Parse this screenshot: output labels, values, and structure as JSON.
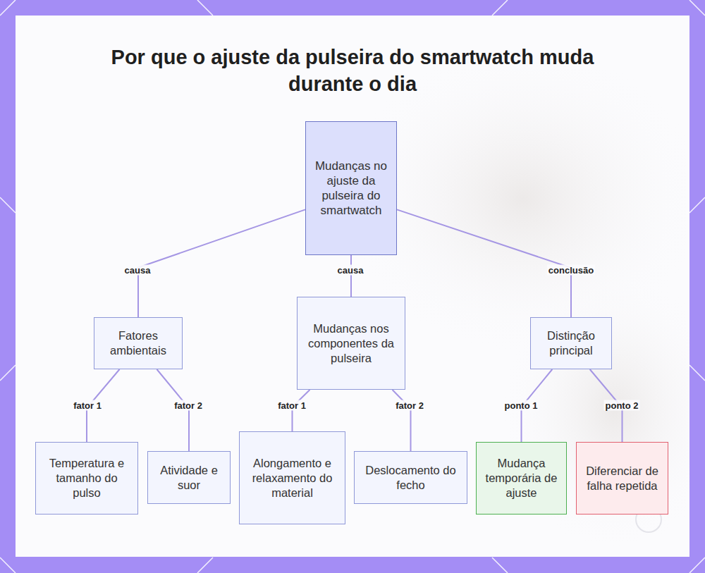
{
  "diagram": {
    "title": "Por que o ajuste da pulseira do smartwatch muda durante o dia",
    "nodes": [
      {
        "text": [
          "Mudanças no ajuste da pulseira do smartwatch"
        ]
      },
      {
        "text": [
          "Fatores ambientais"
        ]
      },
      {
        "text": [
          "Mudanças nos componentes da pulseira"
        ]
      },
      {
        "text": [
          "Distinção principal"
        ]
      },
      {
        "text": [
          "Temperatura e tamanho do pulso"
        ]
      },
      {
        "text": [
          "Atividade e suor"
        ]
      },
      {
        "text": [
          "Alongamento e relaxamento do material"
        ]
      },
      {
        "text": [
          "Deslocamento do fecho"
        ]
      },
      {
        "text": [
          "Mudança temporária de ajuste"
        ]
      },
      {
        "text": [
          "Diferenciar de falha repetida"
        ]
      }
    ],
    "edges": [
      {
        "from": 0,
        "to": 1,
        "label": "causa",
        "arrow": "none"
      },
      {
        "from": 0,
        "to": 2,
        "label": "causa",
        "arrow": "none"
      },
      {
        "from": 0,
        "to": 3,
        "label": "conclusão",
        "arrow": "none"
      },
      {
        "from": 1,
        "to": 4,
        "label": "fator 1",
        "arrow": "none"
      },
      {
        "from": 1,
        "to": 5,
        "label": "fator 2",
        "arrow": "none"
      },
      {
        "from": 2,
        "to": 6,
        "label": "fator 1",
        "arrow": "none"
      },
      {
        "from": 2,
        "to": 7,
        "label": "fator 2",
        "arrow": "none"
      },
      {
        "from": 3,
        "to": 8,
        "label": "ponto 1",
        "arrow": "none"
      },
      {
        "from": 3,
        "to": 9,
        "label": "ponto 2",
        "arrow": "none"
      }
    ]
  }
}
